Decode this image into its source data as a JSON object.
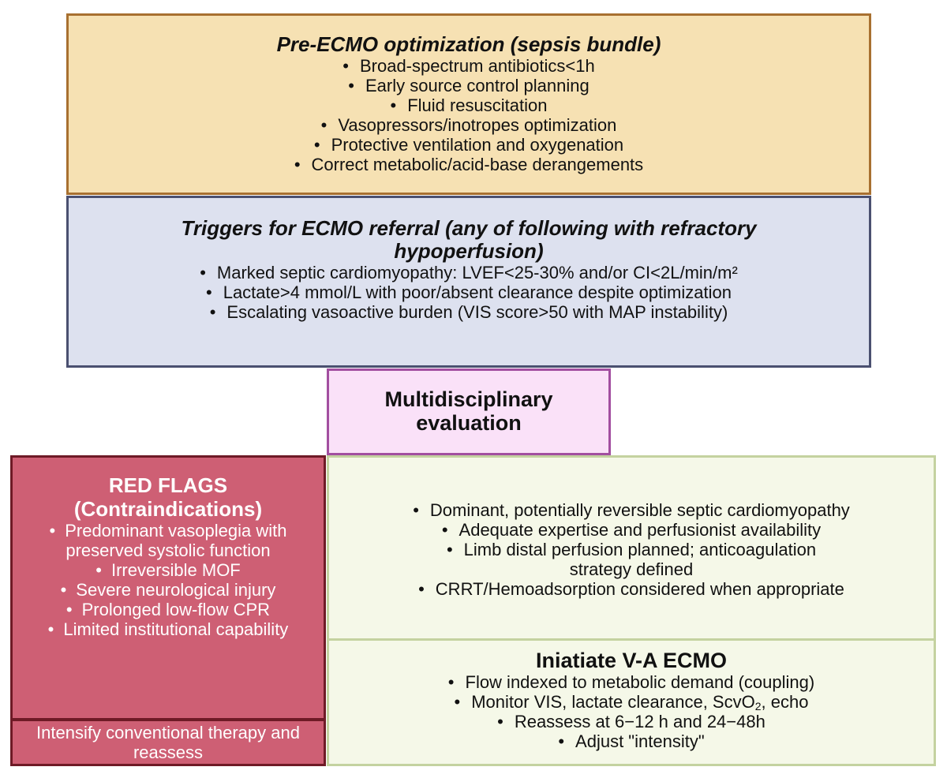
{
  "pre_ecmo": {
    "title": "Pre-ECMO optimization (sepsis bundle)",
    "items": [
      "Broad-spectrum antibiotics<1h",
      "Early source control planning",
      "Fluid resuscitation",
      "Vasopressors/inotropes optimization",
      "Protective ventilation and oxygenation",
      "Correct metabolic/acid-base derangements"
    ]
  },
  "triggers": {
    "title": "Triggers for ECMO referral (any of  following with refractory hypoperfusion)",
    "items": [
      "Marked septic  cardiomyopathy: LVEF<25-30% and/or CI<2L/min/m²",
      "Lactate>4 mmol/L with poor/absent clearance despite optimization",
      "Escalating vasoactive burden (VIS score>50 with MAP instability)"
    ]
  },
  "multidisciplinary": {
    "title_line1": "Multidisciplinary",
    "title_line2": "evaluation"
  },
  "red_flags": {
    "title_line1": "RED FLAGS",
    "title_line2": "(Contraindications)",
    "items": [
      "Predominant vasoplegia with preserved systolic function",
      "Irreversible MOF",
      "Severe neurological injury",
      "Prolonged low-flow CPR",
      "Limited institutional capability"
    ]
  },
  "intensify": {
    "text": "Intensify conventional therapy and reassess"
  },
  "ecmo_criteria": {
    "items": [
      "Dominant, potentially reversible septic cardiomyopathy",
      "Adequate expertise and perfusionist availability",
      "Limb distal perfusion planned; anticoagulation strategy defined",
      "CRRT/Hemoadsorption considered when appropriate"
    ]
  },
  "initiate": {
    "title": "Iniatiate V-A ECMO",
    "item1": "Flow indexed to metabolic demand (coupling)",
    "item2_pre": "Monitor VIS, lactate clearance, ScvO",
    "item2_sub": "2",
    "item2_post": ", echo",
    "item3": "Reassess at 6−12 h and 24−48h",
    "item4": "Adjust \"intensity\""
  },
  "colors": {
    "pre_ecmo_fill": "#f6e1b3",
    "triggers_fill": "#dde1ef",
    "multidisciplinary_fill": "#fae1f8",
    "red_flags_fill": "#ce5f74",
    "green_fill": "#f5f8e8"
  }
}
